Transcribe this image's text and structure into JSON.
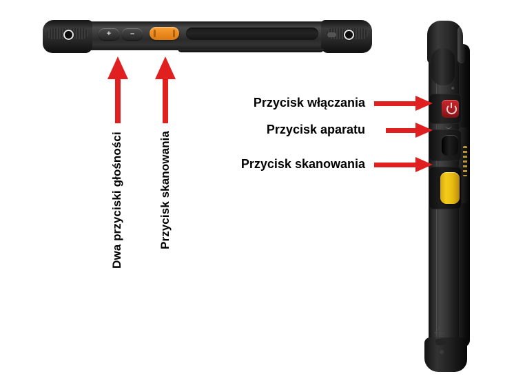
{
  "watermark": {
    "text": ""
  },
  "left_diagram": {
    "device_name": "rugged-tablet-top-edge",
    "labels": [
      {
        "id": "volume",
        "text": "Dwa przyciski głośności"
      },
      {
        "id": "scan",
        "text": "Przycisk skanowania"
      }
    ],
    "buttons": {
      "volume_up": "+",
      "volume_down": "–",
      "scan_color": "#ef8f22"
    }
  },
  "right_diagram": {
    "device_name": "rugged-device-side-edge",
    "labels": [
      {
        "id": "power",
        "text": "Przycisk włączania"
      },
      {
        "id": "camera",
        "text": "Przycisk aparatu"
      },
      {
        "id": "scan",
        "text": "Przycisk skanowania"
      }
    ],
    "buttons": {
      "power_color": "#a81d22",
      "camera_color": "#111111",
      "scan_color": "#f5cc1b"
    }
  },
  "colors": {
    "arrow": "#e02020",
    "background": "#ffffff",
    "text": "#000000"
  }
}
